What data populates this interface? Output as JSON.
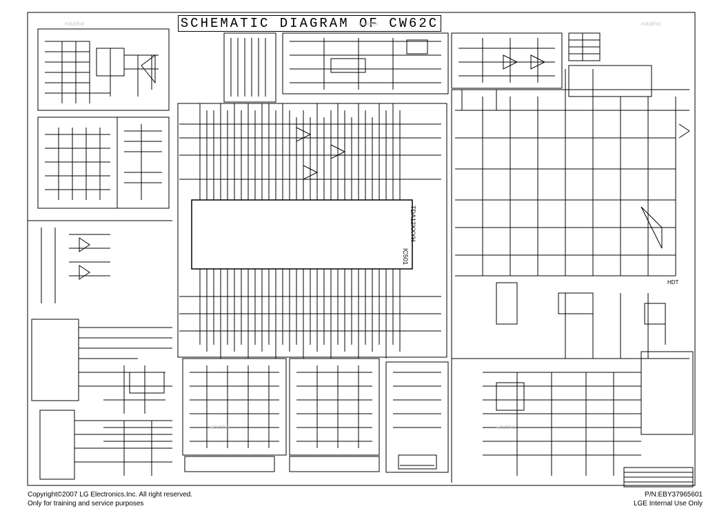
{
  "title": "SCHEMATIC DIAGRAM OF CW62C",
  "ic_main": {
    "part": "TDA12XXYH",
    "ref": "IC501"
  },
  "hdt_label": "HDT",
  "watermark": "edubhai",
  "footer": {
    "copyright": "Copyright©2007 LG Electronics.Inc. All right reserved.",
    "usage": "Only for training and service purposes",
    "part_number": "P/N:EBY37965601",
    "internal": "LGE Internal Use Only"
  }
}
